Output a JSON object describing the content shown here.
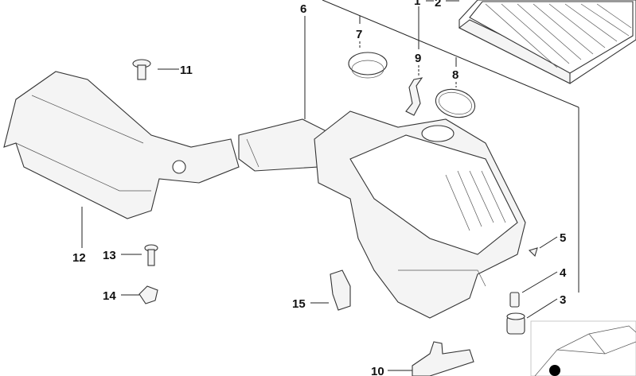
{
  "diagram": {
    "type": "exploded parts diagram",
    "callouts": [
      {
        "id": "1",
        "label": "1"
      },
      {
        "id": "2",
        "label": "2"
      },
      {
        "id": "3",
        "label": "3"
      },
      {
        "id": "4",
        "label": "4"
      },
      {
        "id": "5",
        "label": "5"
      },
      {
        "id": "6",
        "label": "6"
      },
      {
        "id": "7",
        "label": "7"
      },
      {
        "id": "8",
        "label": "8"
      },
      {
        "id": "9",
        "label": "9"
      },
      {
        "id": "10",
        "label": "10"
      },
      {
        "id": "11",
        "label": "11"
      },
      {
        "id": "12",
        "label": "12"
      },
      {
        "id": "13",
        "label": "13"
      },
      {
        "id": "14",
        "label": "14"
      },
      {
        "id": "15",
        "label": "15"
      }
    ],
    "marker_color": "#000000"
  }
}
